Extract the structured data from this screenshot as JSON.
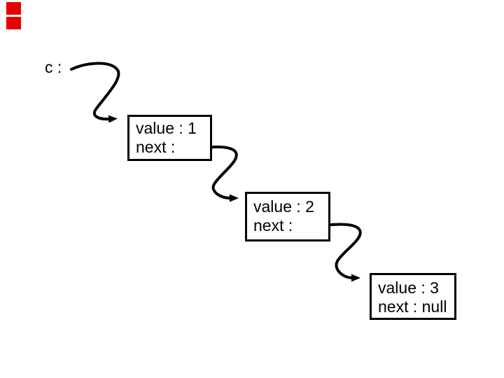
{
  "slide": {
    "background": "#ffffff",
    "ink_color": "#000000",
    "accent_red": "#e60000"
  },
  "diagram": {
    "pointer_label": "c :",
    "nodes": [
      {
        "value_line": "value : 1",
        "next_line": "next :"
      },
      {
        "value_line": "value : 2",
        "next_line": "next :"
      },
      {
        "value_line": "value : 3",
        "next_line": "next : null"
      }
    ]
  }
}
